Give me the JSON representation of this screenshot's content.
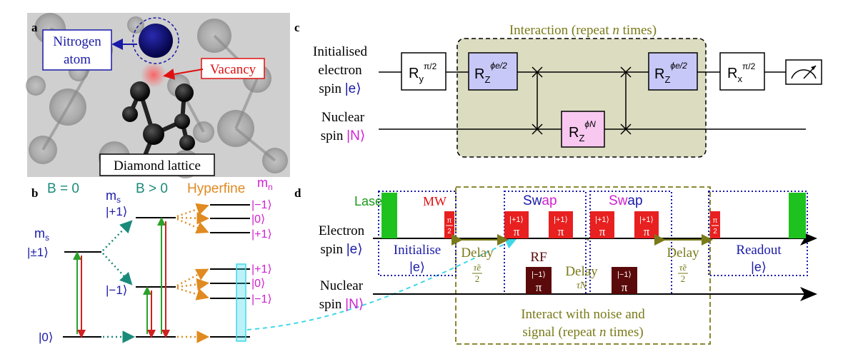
{
  "panels": {
    "a": "a",
    "b": "b",
    "c": "c",
    "d": "d"
  },
  "panel_a": {
    "nitrogen_line1": "Nitrogen",
    "nitrogen_line2": "atom",
    "vacancy": "Vacancy",
    "lattice": "Diamond lattice"
  },
  "panel_b": {
    "b_zero": "B = 0",
    "b_pos": "B > 0",
    "hyperfine": "Hyperfine",
    "ms_left": "m",
    "ms_left_sub": "s",
    "ms_mid": "m",
    "ms_mid_sub": "s",
    "mn": "m",
    "mn_sub": "n",
    "level_pm1": "|±1⟩",
    "level_0_left": "|0⟩",
    "level_p1": "|+1⟩",
    "level_m1": "|−1⟩",
    "hf_upper": [
      "|−1⟩",
      "|0⟩",
      "|+1⟩"
    ],
    "hf_lower": [
      "|+1⟩",
      "|0⟩",
      "|−1⟩"
    ]
  },
  "panel_c": {
    "interaction": "Interaction (repeat ",
    "interaction_n": "n",
    "interaction_end": " times)",
    "electron_l1": "Initialised",
    "electron_l2": "electron",
    "electron_l3": "spin ",
    "electron_ket": "|e⟩",
    "nuclear_l1": "Nuclear",
    "nuclear_l2": "spin ",
    "nuclear_ket": "|N⟩",
    "gate_ry": "R",
    "gate_ry_sub": "y",
    "gate_ry_sup": "π/2",
    "gate_rz1": "R",
    "gate_rz1_sub": "Z",
    "gate_rz1_sup": "ϕe/2",
    "gate_rzn": "R",
    "gate_rzn_sub": "Z",
    "gate_rzn_sup": "ϕN",
    "gate_rz2": "R",
    "gate_rz2_sub": "Z",
    "gate_rz2_sup": "ϕe/2",
    "gate_rx": "R",
    "gate_rx_sub": "x",
    "gate_rx_sup": "π/2"
  },
  "panel_d": {
    "laser": "Laser",
    "mw": "MW",
    "swap1_s": "S",
    "swap1_w": "w",
    "swap1_a": "a",
    "swap1_p": "p",
    "swap2_s": "S",
    "swap2_w": "w",
    "swap2_a": "a",
    "swap2_p": "p",
    "rf": "RF",
    "electron_l1": "Electron",
    "electron_l2": "spin ",
    "electron_ket": "|e⟩",
    "nuclear_l1": "Nuclear",
    "nuclear_l2": "spin ",
    "nuclear_ket": "|N⟩",
    "initialise": "Initialise",
    "initialise_ket": "|e⟩",
    "delay_left": "Delay",
    "delay_left_frac": "τ̃e",
    "delay_left_den": "2",
    "delay_mid": "Delay",
    "delay_mid_val": "τ̃N",
    "delay_right": "Delay",
    "delay_right_frac": "τ̃e",
    "delay_right_den": "2",
    "readout": "Readout",
    "readout_ket": "|e⟩",
    "interact_l1": "Interact with noise and",
    "interact_l2": "signal (repeat ",
    "interact_n": "n",
    "interact_l2_end": " times)",
    "pulse_half": "π",
    "pulse_half_den": "2",
    "pulse_plus1": "|+1⟩",
    "pulse_minus1": "|−1⟩",
    "pulse_pi": "π"
  },
  "colors": {
    "blue": "#1a1aa8",
    "red": "#e01010",
    "green": "#1a9a1a",
    "teal": "#1a8a7a",
    "orange": "#e08a20",
    "magenta": "#d020d0",
    "olive": "#7a7a1a",
    "lavender": "#c8c8f8",
    "pink": "#f8c8f0",
    "beige": "#dcdcc0",
    "darkred": "#5a0a0a",
    "cyan": "#40d8e8"
  }
}
